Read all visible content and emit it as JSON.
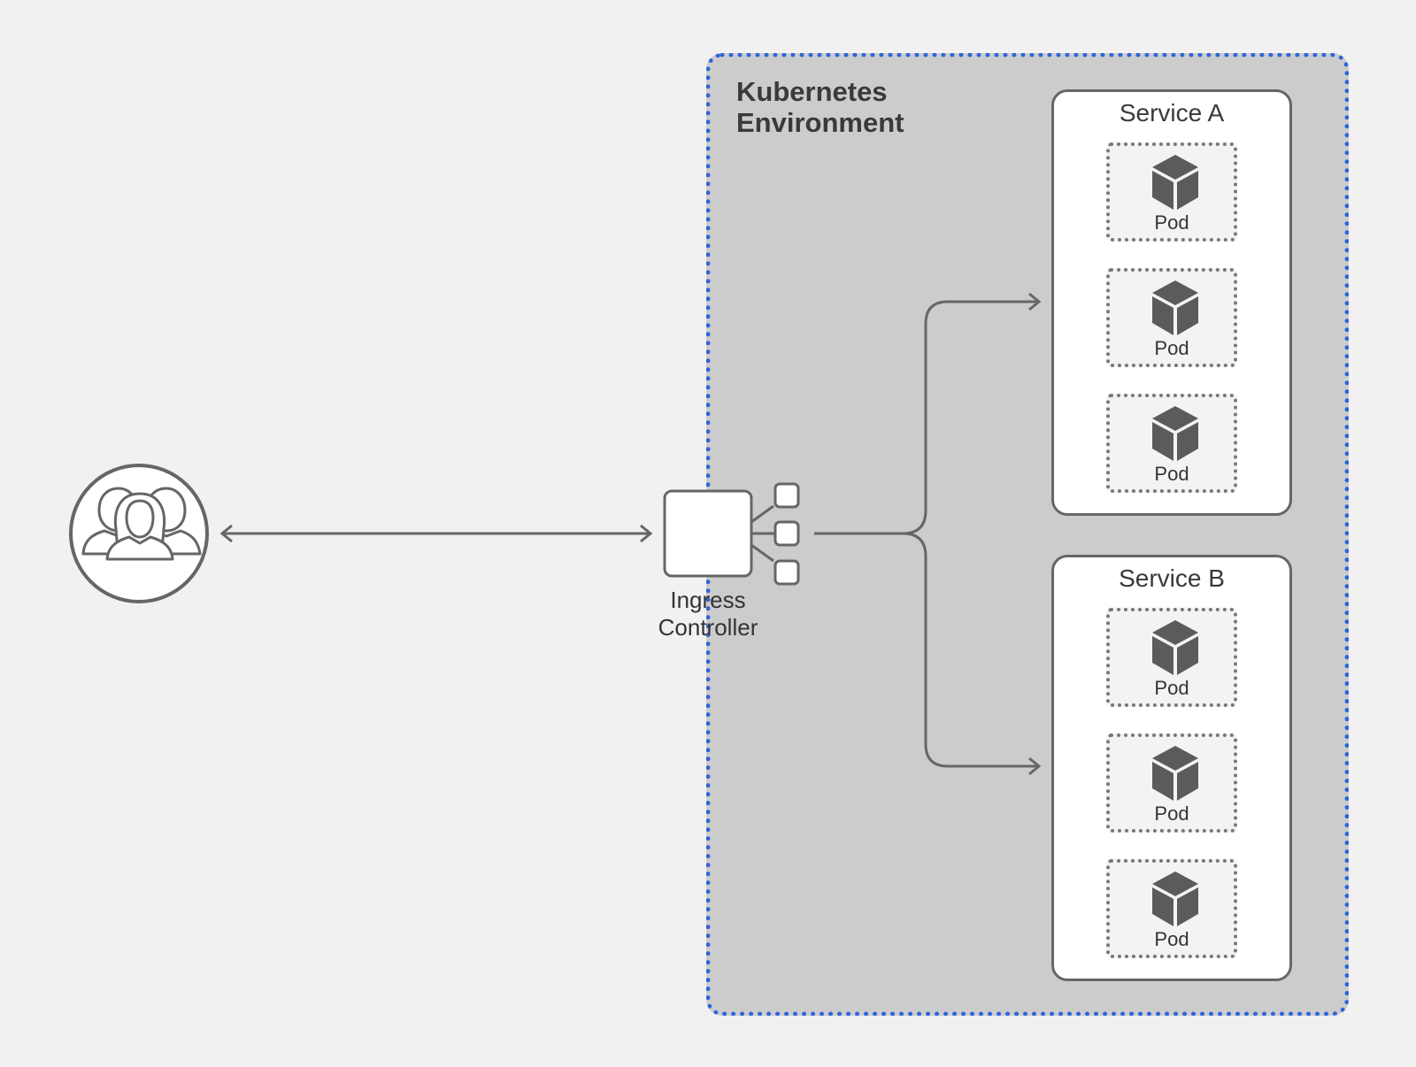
{
  "colors": {
    "background": "#f1f1f1",
    "environment_fill": "#cccccc",
    "environment_border": "#2f64dc",
    "line": "#666666",
    "pod_cube": "#5b5b5b"
  },
  "environment": {
    "title_line1": "Kubernetes",
    "title_line2": "Environment"
  },
  "users": {
    "icon": "users-group-icon"
  },
  "ingress": {
    "label_line1": "Ingress",
    "label_line2": "Controller",
    "icon": "ingress-controller-icon"
  },
  "services": [
    {
      "title": "Service A",
      "pods": [
        {
          "label": "Pod",
          "icon": "cube-icon"
        },
        {
          "label": "Pod",
          "icon": "cube-icon"
        },
        {
          "label": "Pod",
          "icon": "cube-icon"
        }
      ]
    },
    {
      "title": "Service B",
      "pods": [
        {
          "label": "Pod",
          "icon": "cube-icon"
        },
        {
          "label": "Pod",
          "icon": "cube-icon"
        },
        {
          "label": "Pod",
          "icon": "cube-icon"
        }
      ]
    }
  ]
}
